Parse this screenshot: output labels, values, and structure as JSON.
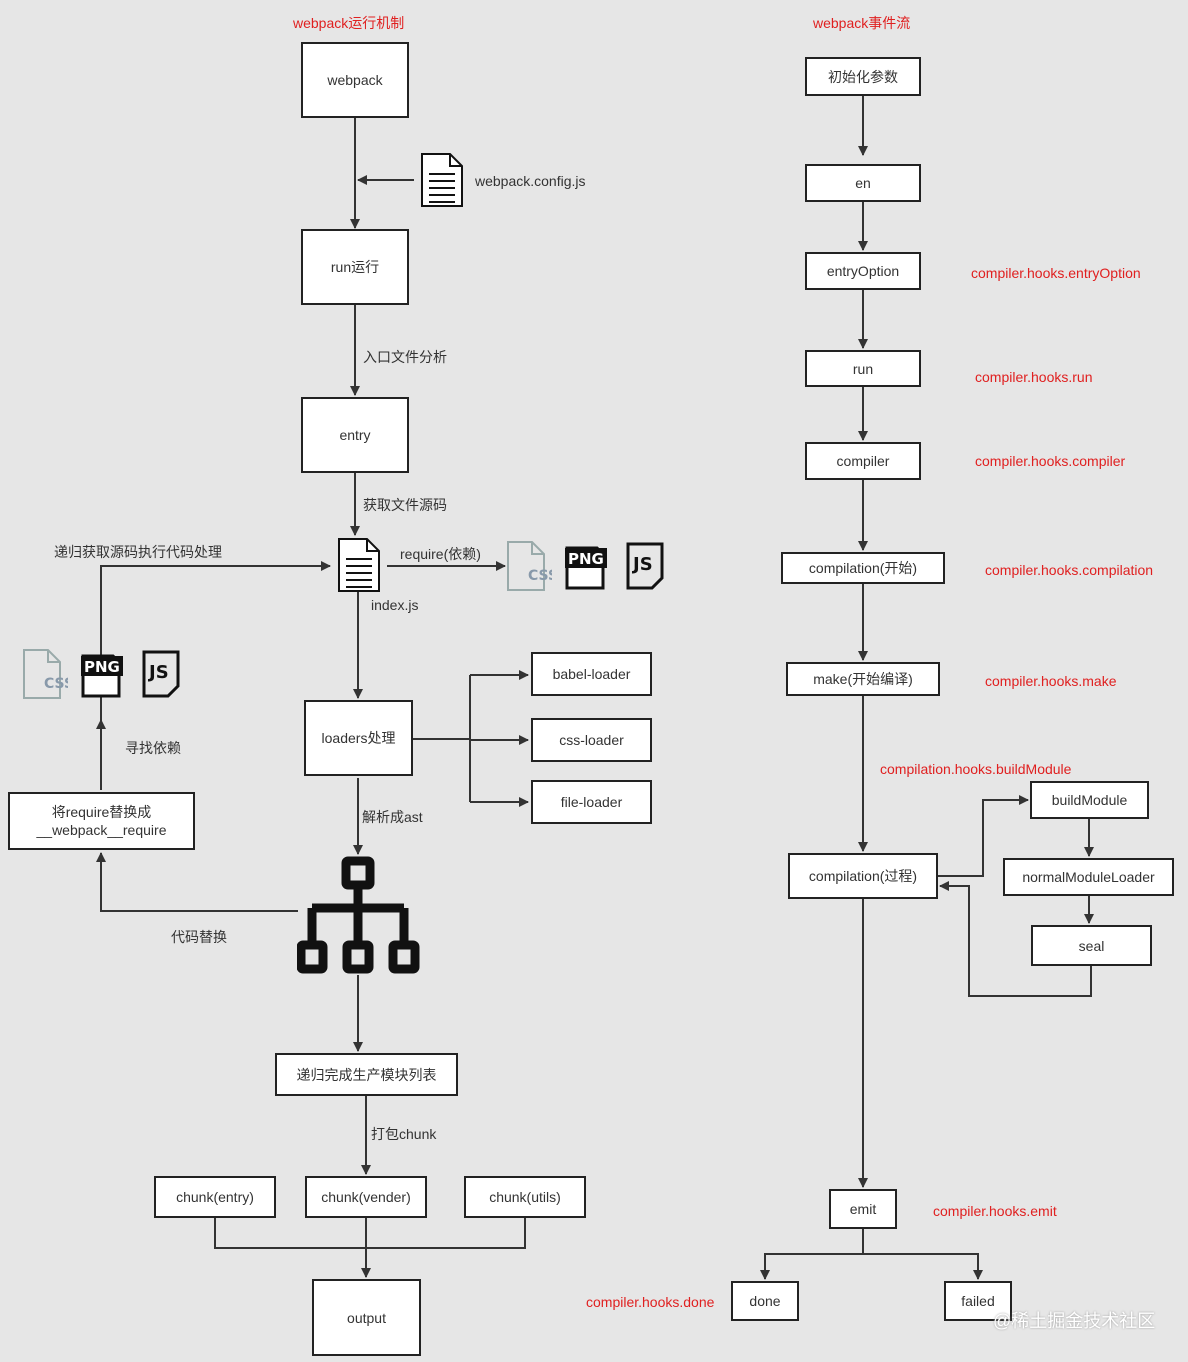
{
  "left": {
    "title": "webpack运行机制",
    "webpack": "webpack",
    "config_file": "webpack.config.js",
    "run": "run运行",
    "edge_entry_analysis": "入口文件分析",
    "entry": "entry",
    "edge_get_source": "获取文件源码",
    "index_js": "index.js",
    "edge_require": "require(依赖)",
    "edge_recursive": "递归获取源码执行代码处理",
    "edge_find_deps": "寻找依赖",
    "replace_require_line1": "将require替换成",
    "replace_require_line2": "__webpack__require",
    "edge_code_replace": "代码替换",
    "loaders": "loaders处理",
    "babel_loader": "babel-loader",
    "css_loader": "css-loader",
    "file_loader": "file-loader",
    "edge_parse_ast": "解析成ast",
    "module_list": "递归完成生产模块列表",
    "edge_pack_chunk": "打包chunk",
    "chunk_entry": "chunk(entry)",
    "chunk_vender": "chunk(vender)",
    "chunk_utils": "chunk(utils)",
    "output": "output",
    "icon_css": "CSS",
    "icon_png": "PNG",
    "icon_js": "JS"
  },
  "right": {
    "title": "webpack事件流",
    "init_params": "初始化参数",
    "en": "en",
    "entry_option": "entryOption",
    "hook_entry_option": "compiler.hooks.entryOption",
    "run": "run",
    "hook_run": "compiler.hooks.run",
    "compiler": "compiler",
    "hook_compiler": "compiler.hooks.compiler",
    "compilation_start": "compilation(开始)",
    "hook_compilation": "compiler.hooks.compilation",
    "make": "make(开始编译)",
    "hook_make": "compiler.hooks.make",
    "hook_build_module": "compilation.hooks.buildModule",
    "build_module": "buildModule",
    "normal_module_loader": "normalModuleLoader",
    "seal": "seal",
    "compilation_process": "compilation(过程)",
    "emit": "emit",
    "hook_emit": "compiler.hooks.emit",
    "done": "done",
    "hook_done": "compiler.hooks.done",
    "failed": "failed"
  },
  "watermark": "@稀土掘金技术社区",
  "colors": {
    "accent_red": "#e02020",
    "line": "#333333",
    "background": "#e6e6e6"
  }
}
